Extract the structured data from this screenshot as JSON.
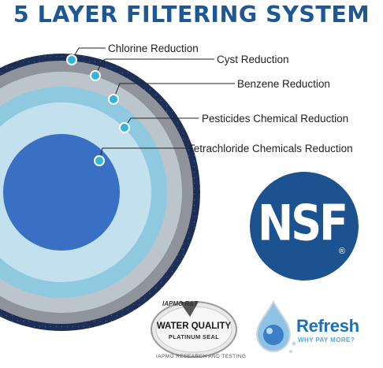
{
  "title": "5 LAYER FILTERING SYSTEM",
  "layers": [
    {
      "label": "Chlorine Reduction"
    },
    {
      "label": "Cyst Reduction"
    },
    {
      "label": "Benzene Reduction"
    },
    {
      "label": "Pesticides Chemical Reduction"
    },
    {
      "label": "Tetrachloride Chemicals Reduction"
    }
  ],
  "nsf": {
    "mark": "NSF",
    "registered": "®"
  },
  "seal": {
    "org": "IAPMO R&T",
    "line1": "WATER QUALITY",
    "line2": "PLATINUM SEAL",
    "line3": "IAPMO RESEARCH AND TESTING"
  },
  "refresh": {
    "name": "Refresh",
    "tagline": "WHY PAY MORE?"
  },
  "colors": {
    "title": "#1d5796",
    "ring_outer": "#1e2f57",
    "ring_gray": "#8f939c",
    "ring_light_gray": "#bcc5cc",
    "ring_aqua": "#8fc9df",
    "ring_pale": "#c2e0ee",
    "core": "#3a70c4",
    "marker": "#33b4d9",
    "nsf": "#1d5291",
    "refresh": "#1d6fb8"
  },
  "icons": [
    "water-drop-icon",
    "iapmo-seal-icon",
    "nsf-logo-icon"
  ]
}
